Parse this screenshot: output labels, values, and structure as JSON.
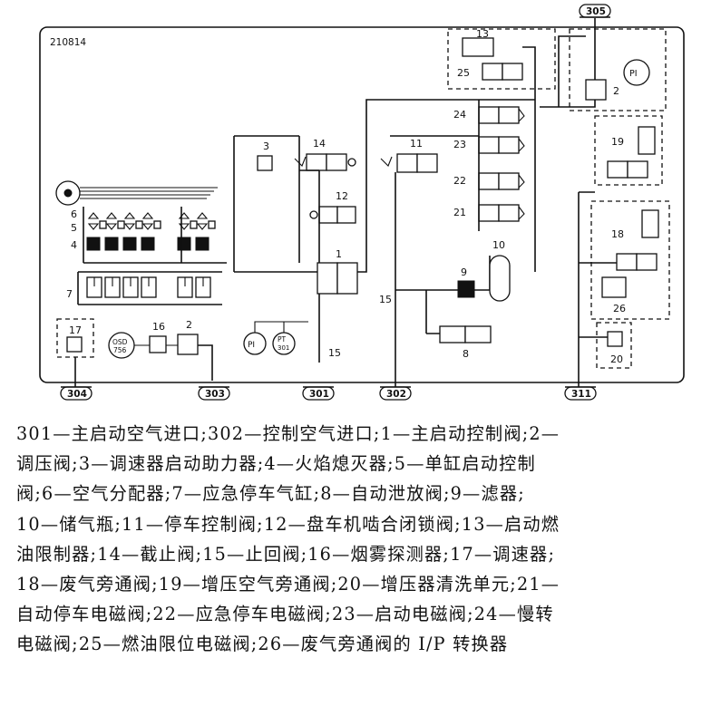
{
  "figure_id": "210814",
  "ports": {
    "p301": "301",
    "p302": "302",
    "p303": "303",
    "p304": "304",
    "p305": "305",
    "p311": "311"
  },
  "gauges": {
    "pi": "PI",
    "pt": "PT",
    "pt_num": "301",
    "osd": "OSD",
    "osd_num": "756"
  },
  "components": {
    "c1": "1",
    "c2": "2",
    "c3": "3",
    "c4": "4",
    "c5": "5",
    "c6": "6",
    "c7": "7",
    "c8": "8",
    "c9": "9",
    "c10": "10",
    "c11": "11",
    "c12": "12",
    "c13": "13",
    "c14": "14",
    "c15": "15",
    "c16": "16",
    "c17": "17",
    "c18": "18",
    "c19": "19",
    "c20": "20",
    "c21": "21",
    "c22": "22",
    "c23": "23",
    "c24": "24",
    "c25": "25",
    "c26": "26"
  },
  "caption": [
    "301—主启动空气进口;302—控制空气进口;1—主启动控制阀;2—",
    "调压阀;3—调速器启动助力器;4—火焰熄灭器;5—单缸启动控制",
    "阀;6—空气分配器;7—应急停车气缸;8—自动泄放阀;9—滤器;",
    "10—储气瓶;11—停车控制阀;12—盘车机啮合闭锁阀;13—启动燃",
    "油限制器;14—截止阀;15—止回阀;16—烟雾探测器;17—调速器;",
    "18—废气旁通阀;19—增压空气旁通阀;20—增压器清洗单元;21—",
    "自动停车电磁阀;22—应急停车电磁阀;23—启动电磁阀;24—慢转",
    "电磁阀;25—燃油限位电磁阀;26—废气旁通阀的 I/P 转换器"
  ]
}
